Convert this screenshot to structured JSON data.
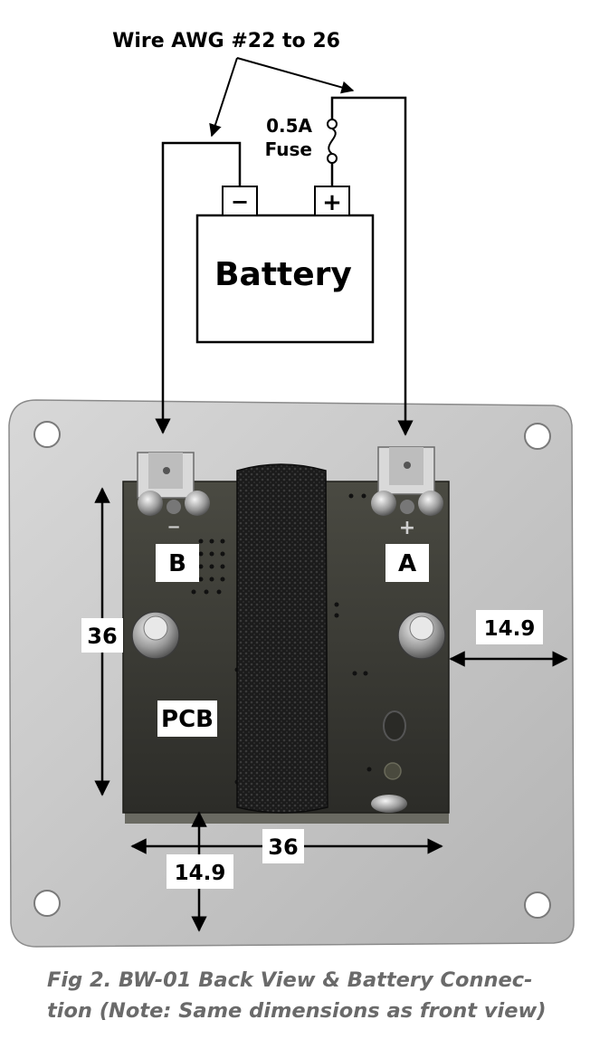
{
  "wire_label": "Wire AWG #22 to 26",
  "fuse": {
    "rating": "0.5A",
    "label": "Fuse"
  },
  "battery": {
    "label": "Battery",
    "negative_symbol": "−",
    "positive_symbol": "+"
  },
  "board": {
    "terminal_b": "B",
    "terminal_a": "A",
    "pcb_label": "PCB",
    "negative_mark": "−",
    "positive_mark": "+"
  },
  "dimensions": {
    "height": "36",
    "width": "36",
    "right_offset": "14.9",
    "bottom_offset": "14.9"
  },
  "caption": {
    "line1": "Fig 2. BW-01 Back View & Battery Connec-",
    "line2": "tion (Note: Same dimensions as front view)"
  },
  "colors": {
    "plate": "#c9c9c9",
    "pcb": "#3a3a34",
    "velcro": "#1a1a1a",
    "caption": "#6a6a6a"
  }
}
